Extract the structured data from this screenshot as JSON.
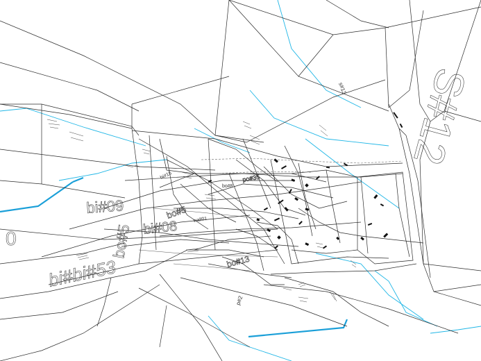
{
  "scene": {
    "labels": {
      "big_corner": "S#12",
      "bi09": "bi#09",
      "bi08": "bi#08",
      "bibi53": "bi#bi#53",
      "bo5": "bo#5",
      "zero": "0",
      "wall01": "wall01",
      "bo5b": "bo#5",
      "bo13": "bo#13",
      "po35": "po#35",
      "bi15": "bi#15",
      "s13": "s#13",
      "p2": "p#2",
      "bo8": "bo#8"
    }
  }
}
